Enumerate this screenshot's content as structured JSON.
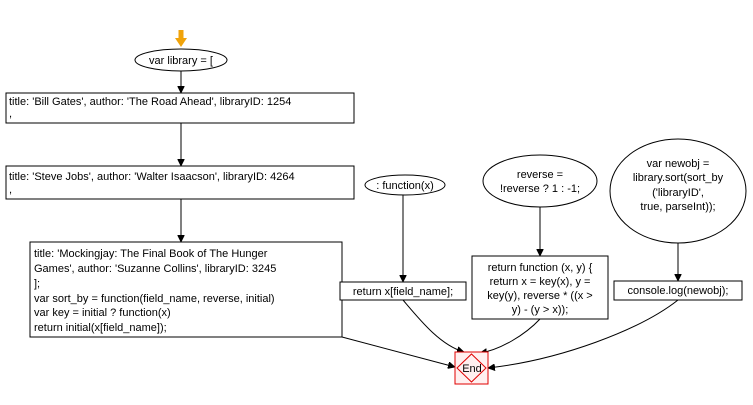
{
  "colors": {
    "start_arrow": "#f0a30a",
    "end_border": "#e00000",
    "end_fill": "#fff0f0",
    "stroke": "#000000"
  },
  "nodes": {
    "start": {
      "lines": [
        "var library = ["
      ]
    },
    "book1": {
      "lines": [
        "title: 'Bill Gates', author: 'The Road Ahead', libraryID: 1254",
        ","
      ]
    },
    "book2": {
      "lines": [
        "title: 'Steve Jobs', author: 'Walter Isaacson', libraryID: 4264",
        ","
      ]
    },
    "book3": {
      "lines": [
        "title: 'Mockingjay: The Final Book of The Hunger",
        "Games', author: 'Suzanne Collins', libraryID: 3245",
        "];",
        "var sort_by = function(field_name, reverse, initial)",
        "var key = initial ? function(x)",
        "return initial(x[field_name]);"
      ]
    },
    "func_x": {
      "lines": [
        ": function(x)"
      ]
    },
    "return_field": {
      "lines": [
        "return x[field_name];"
      ]
    },
    "reverse_assign": {
      "lines": [
        "reverse =",
        "!reverse ? 1 : -1;"
      ]
    },
    "return_compare": {
      "lines": [
        "return function (x, y) {",
        "return x = key(x), y =",
        "key(y), reverse * ((x >",
        "y) - (y > x));"
      ]
    },
    "newobj": {
      "lines": [
        "var newobj =",
        "library.sort(sort_by",
        "('libraryID',",
        "true, parseInt));"
      ]
    },
    "console_log": {
      "lines": [
        "console.log(newobj);"
      ]
    },
    "end": {
      "lines": [
        "End"
      ]
    }
  }
}
